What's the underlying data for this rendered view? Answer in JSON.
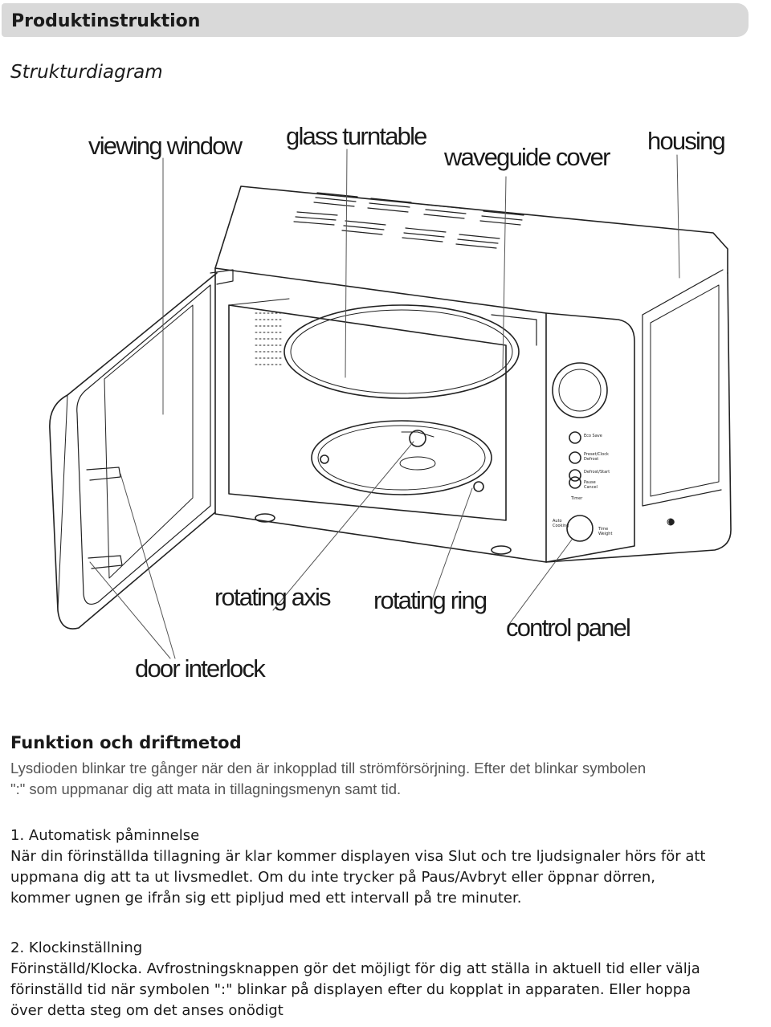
{
  "header": {
    "title": "Produktinstruktion"
  },
  "subtitle": "Strukturdiagram",
  "diagram": {
    "labels": {
      "viewing_window": "viewing window",
      "glass_turntable": "glass turntable",
      "waveguide_cover": "waveguide cover",
      "housing": "housing",
      "rotating_axis": "rotating axis",
      "rotating_ring": "rotating ring",
      "control_panel": "control panel",
      "door_interlock": "door interlock"
    },
    "panel_buttons": [
      "Eco Save",
      "Preset/Clock Defrost",
      "Defrost/Start",
      "Pause Cancel"
    ],
    "dial_labels": {
      "timer": "Timer",
      "auto": "Auto Cooking",
      "time_weight": "Time Weight"
    }
  },
  "section": {
    "title": "Funktion och driftmetod",
    "intro_line1": "Lysdioden blinkar tre gånger när den är inkopplad till strömförsörjning. Efter det blinkar symbolen",
    "intro_line2": "\":\" som uppmanar dig att mata in tillagningsmenyn samt tid.",
    "item1_title": "1. Automatisk påminnelse",
    "item1_line1": "När din förinställda tillagning är klar kommer displayen visa Slut och tre ljudsignaler hörs för att",
    "item1_line2": "uppmana dig att ta ut livsmedlet. Om du inte trycker på Paus/Avbryt eller öppnar dörren,",
    "item1_line3": "kommer ugnen ge ifrån sig ett pipljud med ett intervall på tre minuter.",
    "item2_title": "2. Klockinställning",
    "item2_line1": "Förinställd/Klocka. Avfrostningsknappen gör det möjligt för dig att ställa in aktuell tid eller välja",
    "item2_line2": "förinställd tid när symbolen \":\" blinkar på displayen efter du kopplat in apparaten. Eller hoppa",
    "item2_line3": "över detta steg om det anses onödigt"
  }
}
